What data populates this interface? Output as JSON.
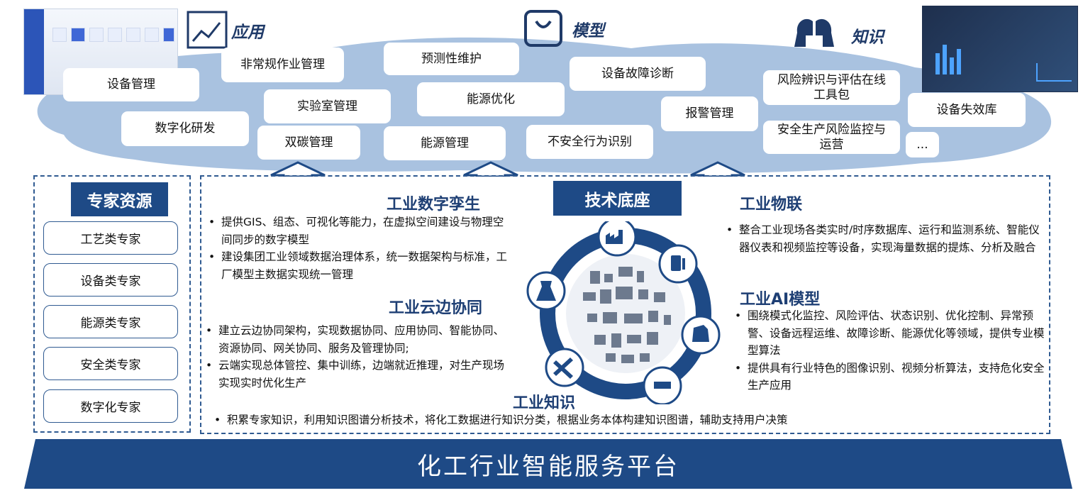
{
  "categories": {
    "apps": "应用",
    "models": "模型",
    "knowledge": "知识"
  },
  "cloud_items": {
    "equipment_mgmt": "设备管理",
    "abnormal_ops": "非常规作业管理",
    "predictive_maint": "预测性维护",
    "fault_diag": "设备故障诊断",
    "risk_tool": "风险辨识与评估在线工具包",
    "failure_lib": "设备失效库",
    "digital_rd": "数字化研发",
    "lab_mgmt": "实验室管理",
    "energy_opt": "能源优化",
    "alarm_mgmt": "报警管理",
    "dual_carbon": "双碳管理",
    "energy_mgmt": "能源管理",
    "unsafe_behavior": "不安全行为识别",
    "safety_monitor": "安全生产风险监控与运营",
    "more": "..."
  },
  "expert_panel": {
    "title": "专家资源",
    "items": [
      "工艺类专家",
      "设备类专家",
      "能源类专家",
      "安全类专家",
      "数字化专家"
    ]
  },
  "tech_base": {
    "title": "技术底座",
    "digital_twin": {
      "title": "工业数字孪生",
      "bullets": [
        "提供GIS、组态、可视化等能力，在虚拟空间建设与物理空间同步的数字模型",
        "建设集团工业领域数据治理体系，统一数据架构与标准，工厂模型主数据实现统一管理"
      ]
    },
    "cloud_edge": {
      "title": "工业云边协同",
      "bullets": [
        "建立云边协同架构，实现数据协同、应用协同、智能协同、资源协同、网关协同、服务及管理协同;",
        "云端实现总体管控、集中训练，边端就近推理，对生产现场实现实时优化生产"
      ]
    },
    "iot": {
      "title": "工业物联",
      "bullets": [
        "整合工业现场各类实时/时序数据库、运行和监测系统、智能仪器仪表和视频监控等设备，实现海量数据的提炼、分析及融合"
      ]
    },
    "ai_model": {
      "title": "工业AI模型",
      "bullets": [
        "围绕模式化监控、风险评估、状态识别、优化控制、异常预警、设备远程运维、故障诊断、能源优化等领域，提供专业模型算法",
        "提供具有行业特色的图像识别、视频分析算法，支持危化安全生产应用"
      ]
    },
    "knowledge": {
      "title": "工业知识",
      "bullets": [
        "积累专家知识，利用知识图谱分析技术，将化工数据进行知识分类，根据业务本体构建知识图谱，辅助支持用户决策"
      ]
    }
  },
  "platform_title": "化工行业智能服务平台",
  "colors": {
    "navy": "#1e4a86",
    "cloud": "#a9c2e0",
    "dashed_border": "#2f5a91"
  }
}
